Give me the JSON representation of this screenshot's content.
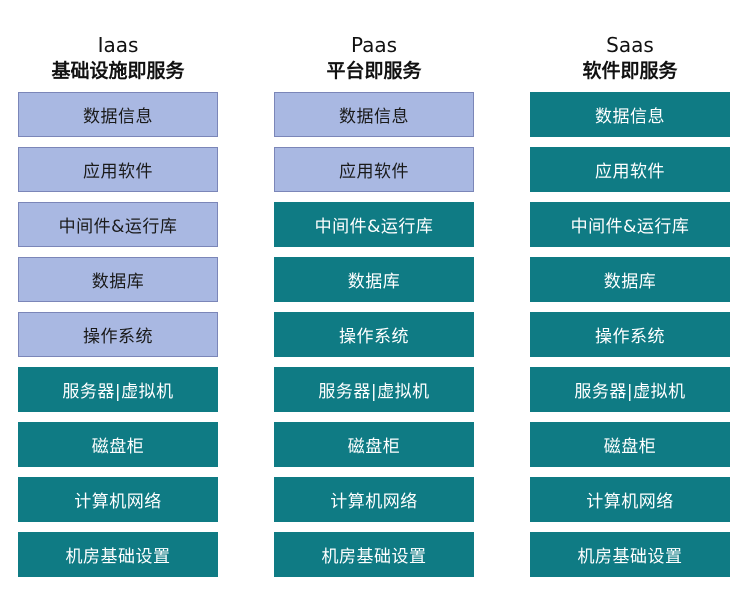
{
  "columns": [
    {
      "title_en": "Iaas",
      "title_zh": "基础设施即服务",
      "layers": [
        {
          "label": "数据信息",
          "managed": false
        },
        {
          "label": "应用软件",
          "managed": false
        },
        {
          "label": "中间件&运行库",
          "managed": false
        },
        {
          "label": "数据库",
          "managed": false
        },
        {
          "label": "操作系统",
          "managed": false
        },
        {
          "label": "服务器|虚拟机",
          "managed": true
        },
        {
          "label": "磁盘柜",
          "managed": true
        },
        {
          "label": "计算机网络",
          "managed": true
        },
        {
          "label": "机房基础设置",
          "managed": true
        }
      ]
    },
    {
      "title_en": "Paas",
      "title_zh": "平台即服务",
      "layers": [
        {
          "label": "数据信息",
          "managed": false
        },
        {
          "label": "应用软件",
          "managed": false
        },
        {
          "label": "中间件&运行库",
          "managed": true
        },
        {
          "label": "数据库",
          "managed": true
        },
        {
          "label": "操作系统",
          "managed": true
        },
        {
          "label": "服务器|虚拟机",
          "managed": true
        },
        {
          "label": "磁盘柜",
          "managed": true
        },
        {
          "label": "计算机网络",
          "managed": true
        },
        {
          "label": "机房基础设置",
          "managed": true
        }
      ]
    },
    {
      "title_en": "Saas",
      "title_zh": "软件即服务",
      "layers": [
        {
          "label": "数据信息",
          "managed": true
        },
        {
          "label": "应用软件",
          "managed": true
        },
        {
          "label": "中间件&运行库",
          "managed": true
        },
        {
          "label": "数据库",
          "managed": true
        },
        {
          "label": "操作系统",
          "managed": true
        },
        {
          "label": "服务器|虚拟机",
          "managed": true
        },
        {
          "label": "磁盘柜",
          "managed": true
        },
        {
          "label": "计算机网络",
          "managed": true
        },
        {
          "label": "机房基础设置",
          "managed": true
        }
      ]
    }
  ],
  "colors": {
    "user_managed_fill": "#a9b8e2",
    "user_managed_border": "#7b86b8",
    "provider_managed_fill": "#0f7b84",
    "provider_text": "#ffffff"
  }
}
